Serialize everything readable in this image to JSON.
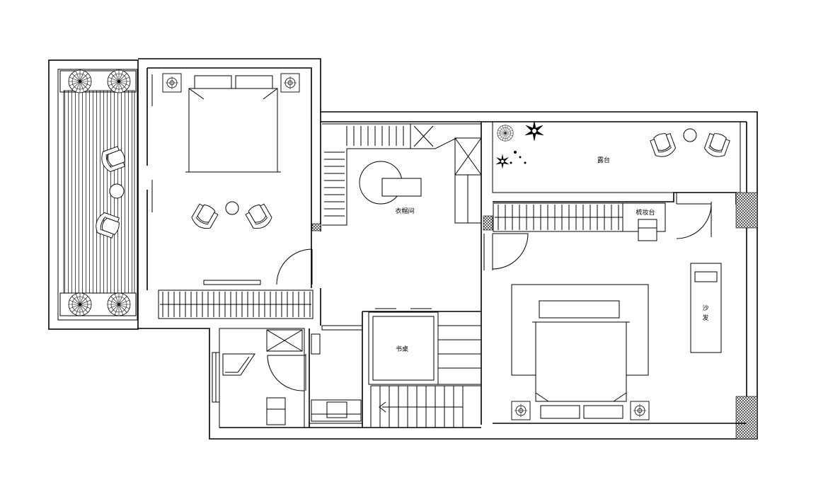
{
  "rooms": {
    "closet": "衣帽间",
    "terrace": "露台",
    "vanity": "梳妆台",
    "sofa_char1": "沙",
    "sofa_char2": "发",
    "desk": "书桌"
  },
  "colors": {
    "line": "#000000",
    "background": "#ffffff"
  },
  "icons": [
    "tree-icon",
    "armchair-icon",
    "bedside-lamp-icon",
    "plant-icon",
    "door-swing-icon"
  ]
}
